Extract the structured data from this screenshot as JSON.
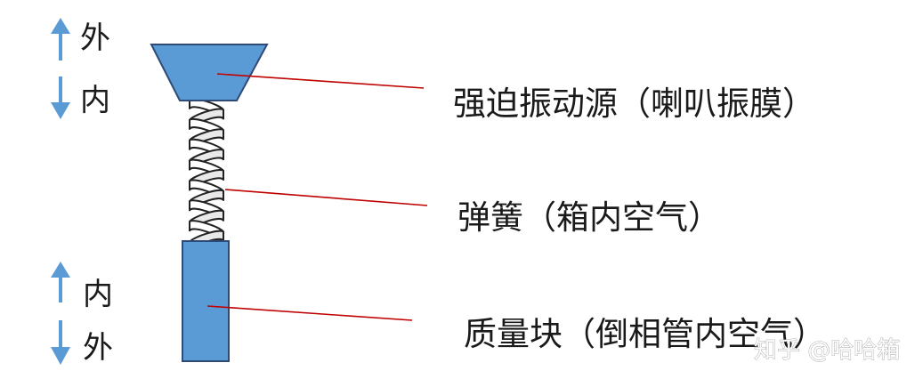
{
  "directions": {
    "top_up": "外",
    "top_down": "内",
    "bottom_up": "内",
    "bottom_down": "外"
  },
  "parts": {
    "driver": "强迫振动源（喇叭振膜）",
    "spring": "弹簧（箱内空气）",
    "mass": "质量块（倒相管内空气）"
  },
  "watermark": "知乎 @哈哈箱",
  "colors": {
    "component_fill": "#5b9bd5",
    "component_stroke": "#2e4a77",
    "arrow": "#5b9bd5",
    "leader_line": "#c00000",
    "spring_coil": "#ffffff",
    "spring_stroke": "#222222"
  }
}
